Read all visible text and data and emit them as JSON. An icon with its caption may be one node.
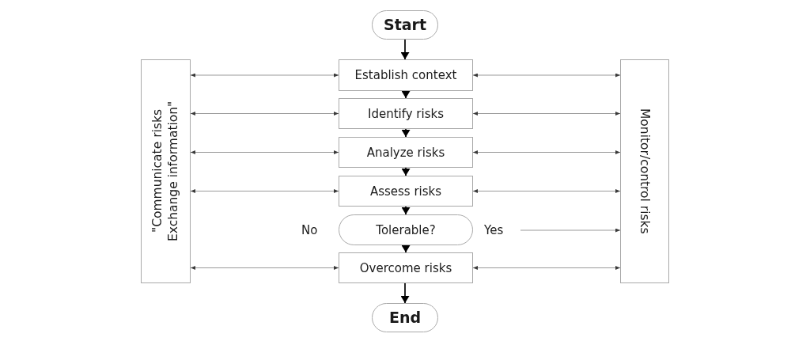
{
  "diagram": {
    "nodes": [
      {
        "text": [
          "Start"
        ]
      },
      {
        "text": [
          "\"Communicate risks Exchange information\""
        ]
      },
      {
        "text": [
          "Establish context"
        ]
      },
      {
        "text": [
          "Monitor/control risks"
        ]
      },
      {
        "text": [
          "Identify risks"
        ]
      },
      {
        "text": [
          "Analyze risks"
        ]
      },
      {
        "text": [
          "Assess risks"
        ]
      },
      {
        "text": [
          "Tolerable?"
        ],
        "beside": [
          "No"
        ]
      },
      {
        "text": [
          "Yes"
        ]
      },
      {
        "text": [
          "Overcome risks"
        ]
      },
      {
        "text": [
          "End"
        ]
      }
    ],
    "edges": [
      {
        "from": 0,
        "to": 2,
        "arrow": "to",
        "color": "#000000"
      },
      {
        "from": 2,
        "to": 4,
        "arrow": "to",
        "color": "#000000"
      },
      {
        "from": 4,
        "to": 5,
        "arrow": "to",
        "color": "#000000"
      },
      {
        "from": 5,
        "to": 6,
        "arrow": "to",
        "color": "#000000"
      },
      {
        "from": 6,
        "to": 7,
        "arrow": "to",
        "color": "#000000"
      },
      {
        "from": 7,
        "to": 9,
        "arrow": "to",
        "color": "#000000"
      },
      {
        "from": 9,
        "to": 10,
        "arrow": "to",
        "color": "#000000"
      },
      {
        "from": 1,
        "to": 2,
        "arrow": "both"
      },
      {
        "from": 1,
        "to": 4,
        "arrow": "both"
      },
      {
        "from": 1,
        "to": 5,
        "arrow": "both"
      },
      {
        "from": 1,
        "to": 6,
        "arrow": "both"
      },
      {
        "from": 1,
        "to": 9,
        "arrow": "both"
      },
      {
        "from": 2,
        "to": 3,
        "arrow": "both"
      },
      {
        "from": 4,
        "to": 3,
        "arrow": "both"
      },
      {
        "from": 5,
        "to": 3,
        "arrow": "both"
      },
      {
        "from": 6,
        "to": 3,
        "arrow": "both"
      },
      {
        "from": 9,
        "to": 3,
        "arrow": "both"
      },
      {
        "from": 8,
        "to": 3,
        "arrow": "to"
      }
    ]
  }
}
